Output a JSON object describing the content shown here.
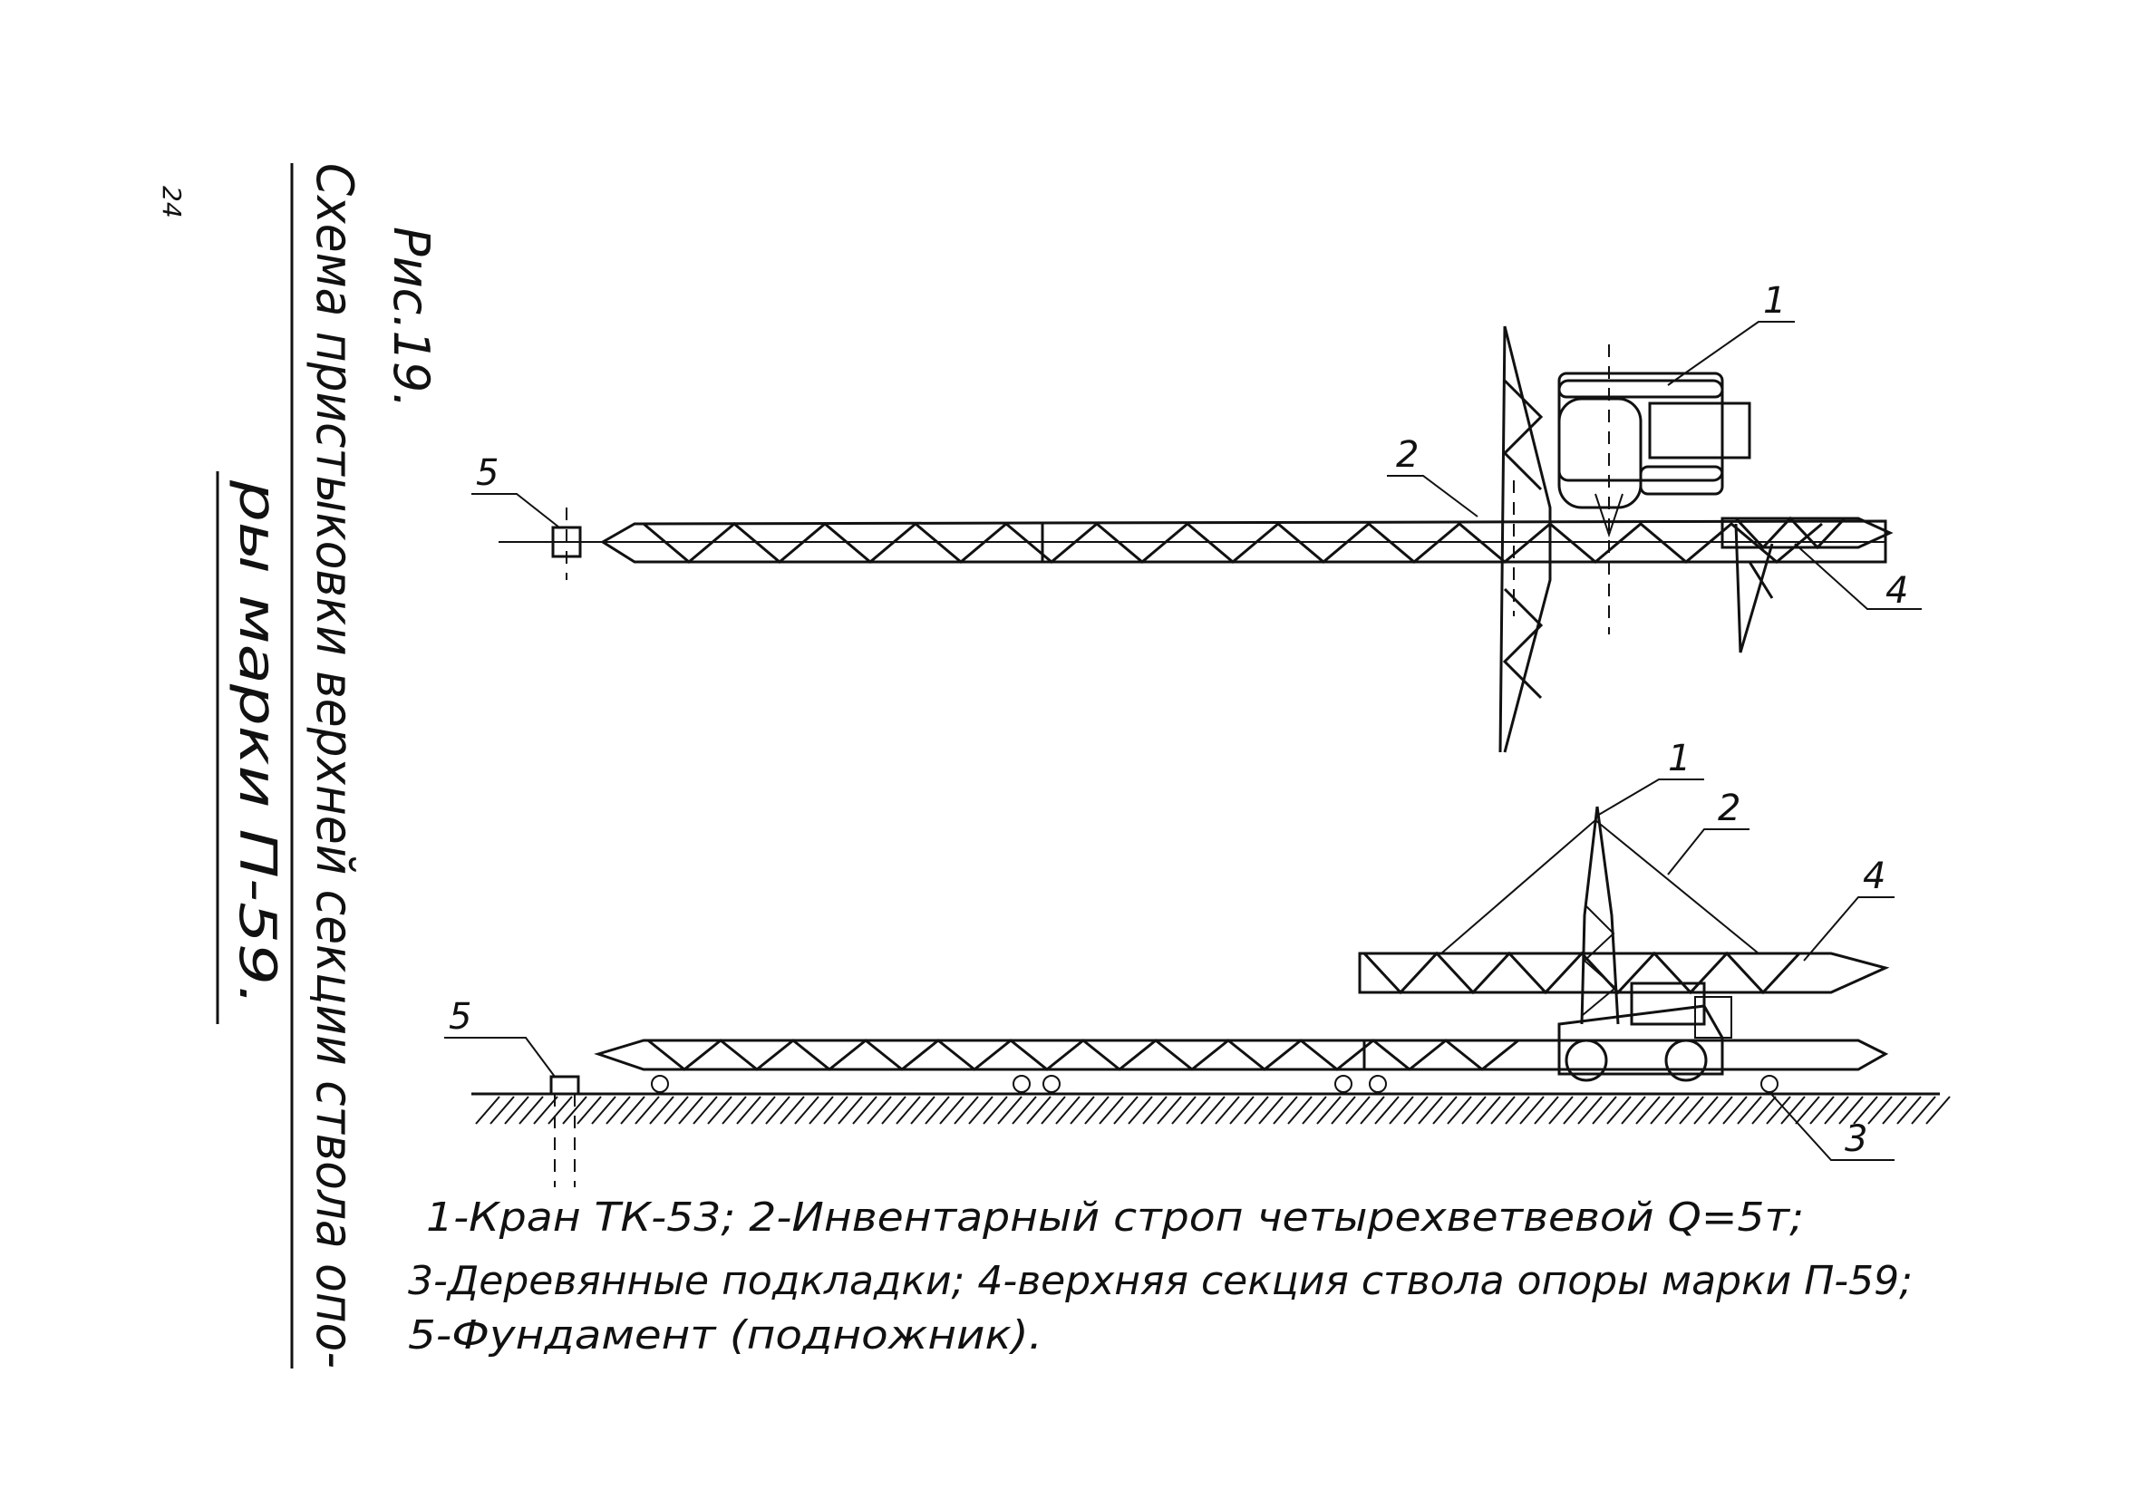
{
  "page_number": "24",
  "figure": {
    "label": "Рис.19.",
    "title_line1": "Схема пристыковки верхней секции ствола опо-",
    "title_line2": "ры марки П-59."
  },
  "callouts": {
    "top": [
      "1",
      "2",
      "4",
      "5"
    ],
    "bottom": [
      "1",
      "2",
      "3",
      "4",
      "5"
    ]
  },
  "legend": {
    "line1": "1-Кран ТК-53; 2-Инвентарный строп четырехветвевой Q=5т;",
    "line2": "3-Деревянные подкладки; 4-верхняя секция ствола опоры марки П-59;",
    "line3": "5-Фундамент (подножник)."
  }
}
